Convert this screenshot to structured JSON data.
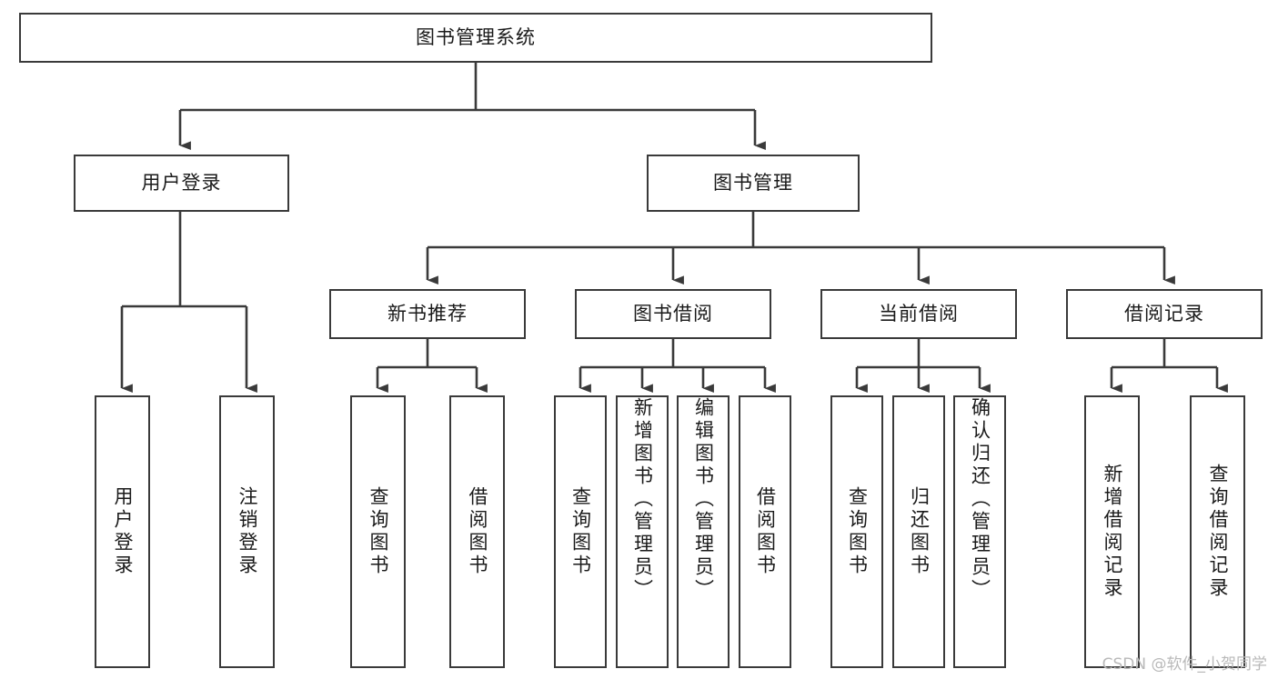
{
  "diagram": {
    "title": "图书管理系统",
    "type": "hierarchy-tree",
    "watermark": "CSDN @软件_小贺同学",
    "colors": {
      "stroke": "#3a3a3a",
      "fill": "#ffffff",
      "text": "#1a1a1a",
      "watermark": "#b9b9b9"
    },
    "nodes": {
      "root": "图书管理系统",
      "user_login": "用户登录",
      "book_manage": "图书管理",
      "new_book_rec": "新书推荐",
      "book_borrow": "图书借阅",
      "current_borrow": "当前借阅",
      "borrow_record": "借阅记录",
      "leaf_user_login": "用户登录",
      "leaf_logout": "注销登录",
      "leaf_query_book_1": "查询图书",
      "leaf_borrow_book_1": "借阅图书",
      "leaf_query_book_2": "查询图书",
      "leaf_add_book": "新增图书（管理员）",
      "leaf_edit_book": "编辑图书（管理员）",
      "leaf_borrow_book_2": "借阅图书",
      "leaf_query_book_3": "查询图书",
      "leaf_return_book": "归还图书",
      "leaf_confirm_return": "确认归还（管理员）",
      "leaf_add_record": "新增借阅记录",
      "leaf_query_record": "查询借阅记录"
    }
  }
}
